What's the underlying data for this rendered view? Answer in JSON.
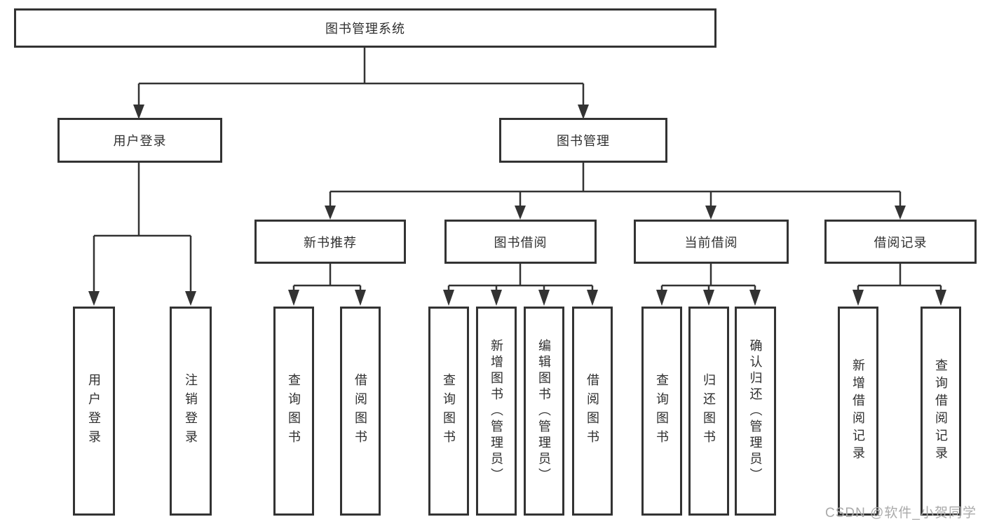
{
  "diagram_type": "hierarchy-tree",
  "colors": {
    "line": "#333333",
    "box_border": "#333333",
    "text": "#2f2f2f",
    "background": "#ffffff",
    "watermark": "#aaaaaa"
  },
  "tree": {
    "title": "图书管理系统",
    "children": [
      {
        "label": "用户登录",
        "children": [
          {
            "label": "用户登录"
          },
          {
            "label": "注销登录"
          }
        ]
      },
      {
        "label": "图书管理",
        "children": [
          {
            "label": "新书推荐",
            "children": [
              {
                "label": "查询图书"
              },
              {
                "label": "借阅图书"
              }
            ]
          },
          {
            "label": "图书借阅",
            "children": [
              {
                "label": "查询图书"
              },
              {
                "label": "新增图书（管理员）"
              },
              {
                "label": "编辑图书（管理员）"
              },
              {
                "label": "借阅图书"
              }
            ]
          },
          {
            "label": "当前借阅",
            "children": [
              {
                "label": "查询图书"
              },
              {
                "label": "归还图书"
              },
              {
                "label": "确认归还（管理员）"
              }
            ]
          },
          {
            "label": "借阅记录",
            "children": [
              {
                "label": "新增借阅记录"
              },
              {
                "label": "查询借阅记录"
              }
            ]
          }
        ]
      }
    ]
  },
  "watermark": {
    "text": "CSDN @软件_小贺同学"
  }
}
